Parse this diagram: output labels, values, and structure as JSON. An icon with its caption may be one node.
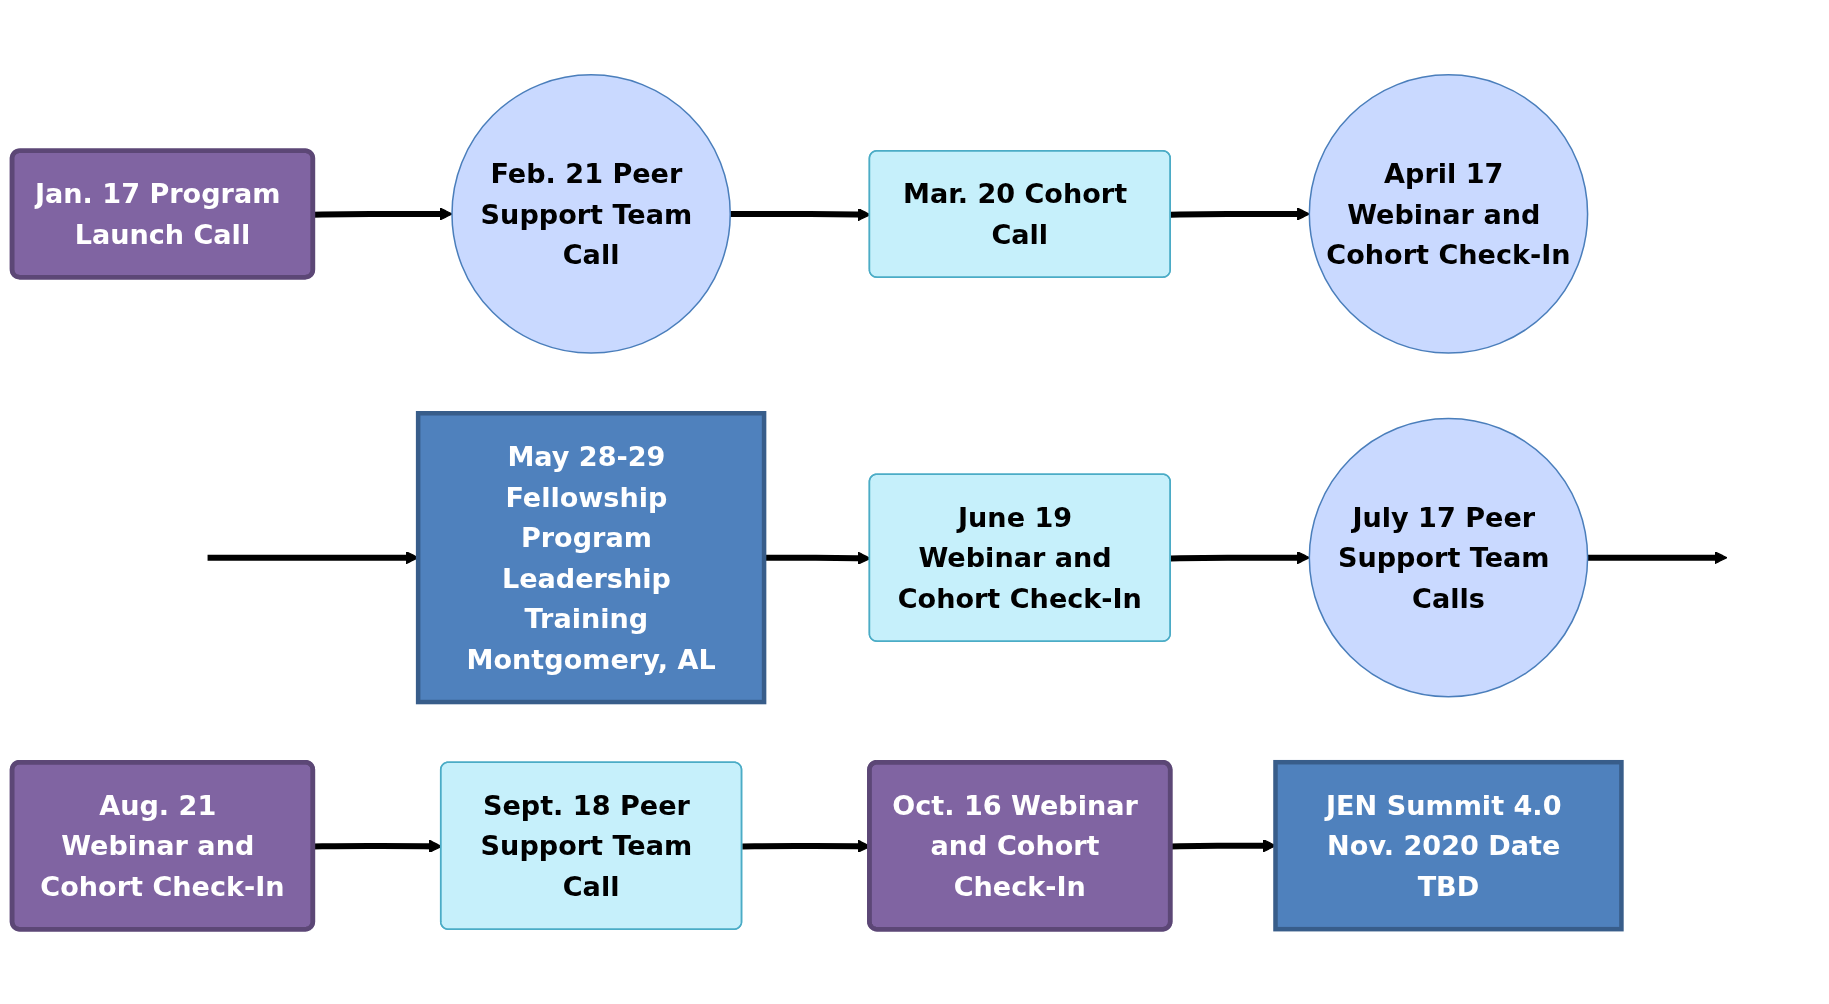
{
  "diagram": {
    "nodes": [
      {
        "text": [
          "Jan. 17 Program Launch Call"
        ]
      },
      {
        "text": [
          "Feb. 21 Peer Support Team Call"
        ]
      },
      {
        "text": [
          "Mar. 20 Cohort Call"
        ]
      },
      {
        "text": [
          "April 17 Webinar and Cohort Check-In"
        ]
      },
      {
        "text": [
          "May 28-29 Fellowship Program Leadership Training Montgomery, AL"
        ]
      },
      {
        "text": [
          "June 19 Webinar and Cohort Check-In"
        ]
      },
      {
        "text": [
          "July 17 Peer Support Team Calls"
        ]
      },
      {
        "text": [
          "Aug. 21 Webinar and Cohort Check-In"
        ]
      },
      {
        "text": [
          "Sept. 18 Peer Support Team Call"
        ]
      },
      {
        "text": [
          "Oct. 16 Webinar and Cohort Check-In"
        ]
      },
      {
        "text": [
          "JEN Summit 4.0 Nov. 2020 Date TBD"
        ]
      }
    ],
    "edges": [
      {
        "from": 0,
        "to": 1,
        "arrow": "to"
      },
      {
        "from": 1,
        "to": 2,
        "arrow": "to"
      },
      {
        "from": 2,
        "to": 3,
        "arrow": "to"
      },
      {
        "from": null,
        "to": 4,
        "arrow": "to"
      },
      {
        "from": 4,
        "to": 5,
        "arrow": "to"
      },
      {
        "from": 5,
        "to": 6,
        "arrow": "to"
      },
      {
        "from": 6,
        "to": null,
        "arrow": "to"
      },
      {
        "from": 7,
        "to": 8,
        "arrow": "to"
      },
      {
        "from": 8,
        "to": 9,
        "arrow": "to"
      },
      {
        "from": 9,
        "to": 10,
        "arrow": "to"
      }
    ]
  }
}
